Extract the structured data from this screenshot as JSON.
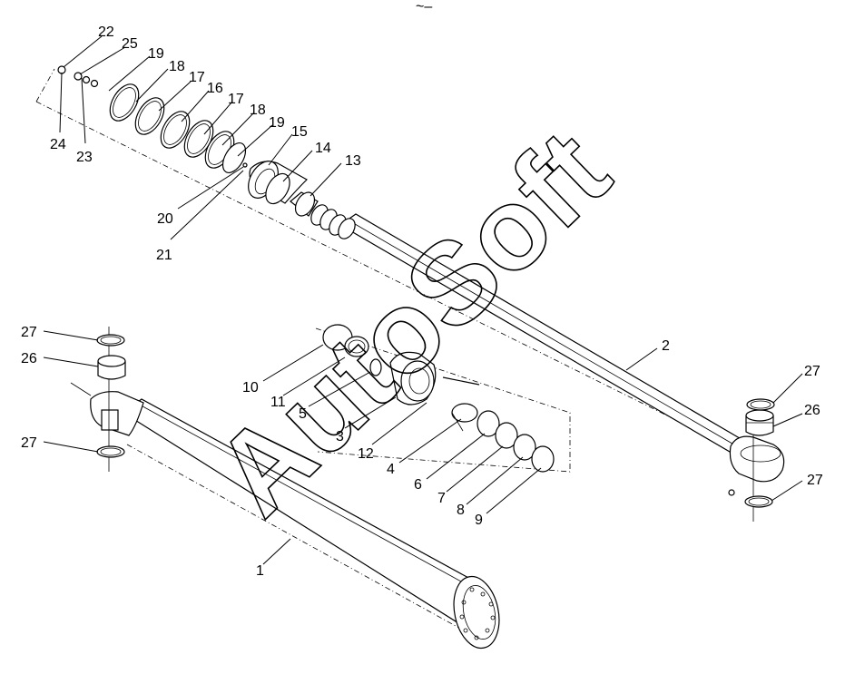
{
  "watermark": "AutoSoft",
  "top_mark": "~–",
  "callouts": [
    {
      "id": "c22",
      "label": "22"
    },
    {
      "id": "c25",
      "label": "25"
    },
    {
      "id": "c19a",
      "label": "19"
    },
    {
      "id": "c18a",
      "label": "18"
    },
    {
      "id": "c17a",
      "label": "17"
    },
    {
      "id": "c16",
      "label": "16"
    },
    {
      "id": "c17b",
      "label": "17"
    },
    {
      "id": "c18b",
      "label": "18"
    },
    {
      "id": "c19b",
      "label": "19"
    },
    {
      "id": "c15",
      "label": "15"
    },
    {
      "id": "c14",
      "label": "14"
    },
    {
      "id": "c13",
      "label": "13"
    },
    {
      "id": "c24",
      "label": "24"
    },
    {
      "id": "c23",
      "label": "23"
    },
    {
      "id": "c20",
      "label": "20"
    },
    {
      "id": "c21",
      "label": "21"
    },
    {
      "id": "c2",
      "label": "2"
    },
    {
      "id": "c27a",
      "label": "27"
    },
    {
      "id": "c26a",
      "label": "26"
    },
    {
      "id": "c27b",
      "label": "27"
    },
    {
      "id": "c27c",
      "label": "27"
    },
    {
      "id": "c26b",
      "label": "26"
    },
    {
      "id": "c27d",
      "label": "27"
    },
    {
      "id": "c10",
      "label": "10"
    },
    {
      "id": "c11",
      "label": "11"
    },
    {
      "id": "c5",
      "label": "5"
    },
    {
      "id": "c3",
      "label": "3"
    },
    {
      "id": "c12",
      "label": "12"
    },
    {
      "id": "c4",
      "label": "4"
    },
    {
      "id": "c6",
      "label": "6"
    },
    {
      "id": "c7",
      "label": "7"
    },
    {
      "id": "c8",
      "label": "8"
    },
    {
      "id": "c9",
      "label": "9"
    },
    {
      "id": "c1",
      "label": "1"
    }
  ]
}
